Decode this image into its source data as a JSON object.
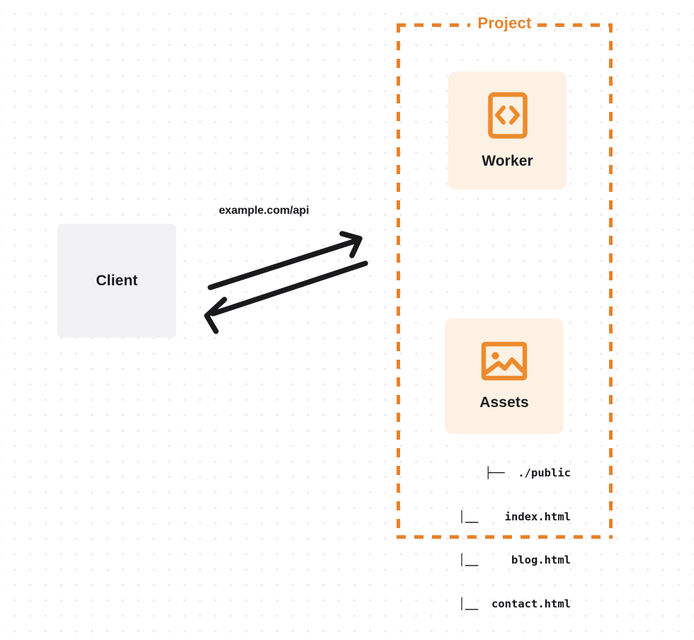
{
  "diagram": {
    "title": "Cloudflare Worker with static Assets architecture",
    "background": {
      "style": "dot-grid",
      "dot_color": "#e7e7ec",
      "page_color": "#ffffff"
    },
    "colors": {
      "accent_orange": "#e8822a",
      "card_fill": "#fdf1e4",
      "client_fill": "#f2f2f5",
      "text_dark": "#1b1b1d",
      "arrow_stroke": "#1a1a1c"
    },
    "client": {
      "label": "Client"
    },
    "edge": {
      "label": "example.com/api",
      "direction": "bidirectional",
      "arrow_out_name": "request-arrow",
      "arrow_in_name": "response-arrow"
    },
    "project": {
      "title": "Project",
      "border_style": "dashed",
      "services": [
        {
          "id": "worker",
          "label": "Worker",
          "icon": "code-brackets-icon"
        },
        {
          "id": "assets",
          "label": "Assets",
          "icon": "image-landscape-icon"
        }
      ],
      "file_tree": {
        "root": "├──  ./public",
        "entries": [
          "│__    index.html",
          "│__     blog.html",
          "│__  contact.html"
        ]
      }
    }
  }
}
